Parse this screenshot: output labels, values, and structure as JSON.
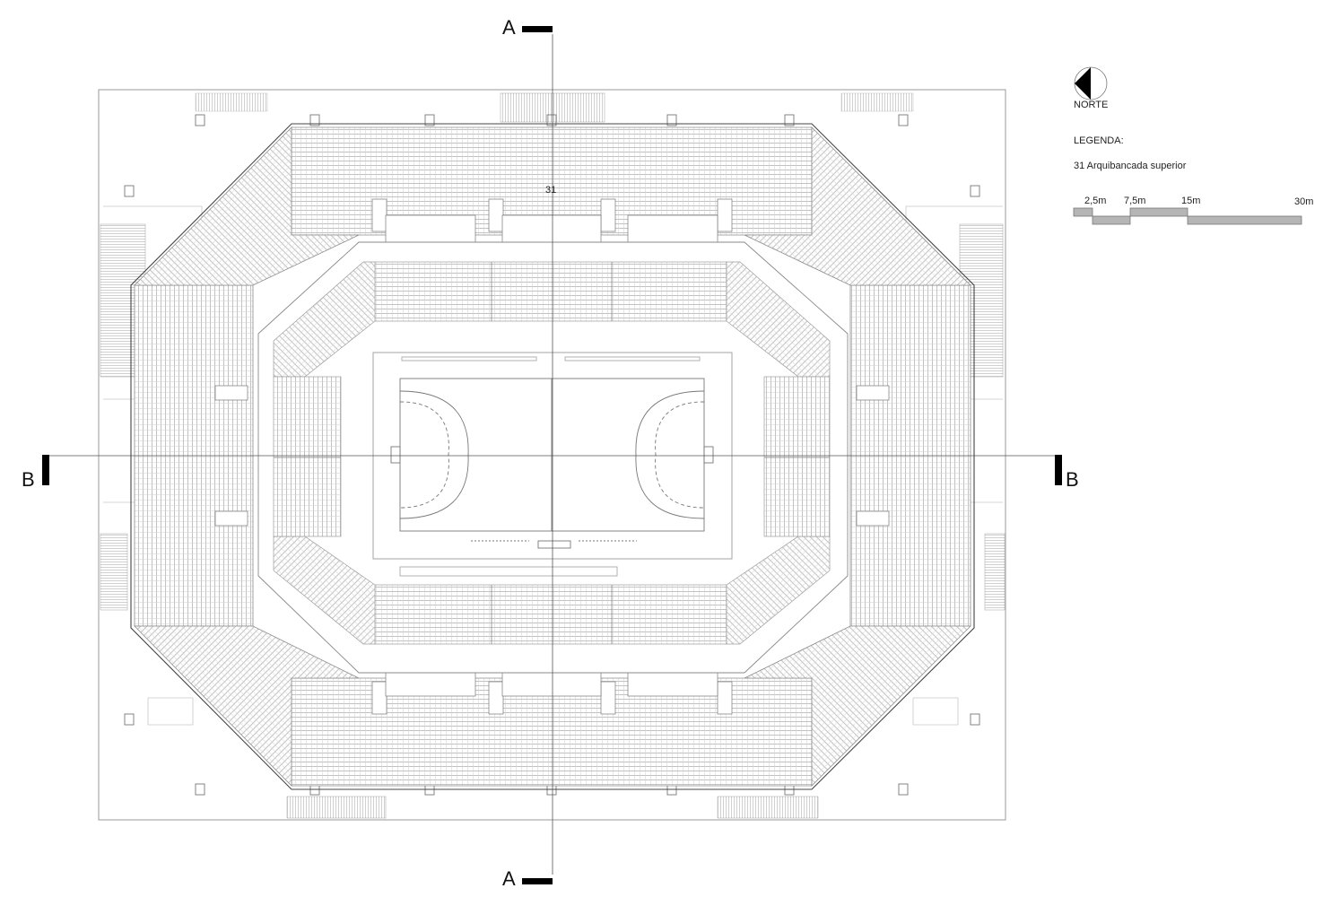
{
  "section_marks": {
    "a_top": "A",
    "a_bottom": "A",
    "b_left": "B",
    "b_right": "B"
  },
  "zone_label": "31",
  "north": {
    "label": "NORTE",
    "icon": "north-arrow-icon"
  },
  "legend": {
    "heading": "LEGENDA:",
    "item": "31 Arquibancada superior"
  },
  "scale_bar": {
    "labels": [
      "2,5m",
      "7,5m",
      "15m",
      "30m"
    ]
  },
  "colors": {
    "line": "#9a9a9a",
    "line_light": "#c8c8c8",
    "mark": "#000000",
    "scale_fill": "#b5b5b5"
  }
}
